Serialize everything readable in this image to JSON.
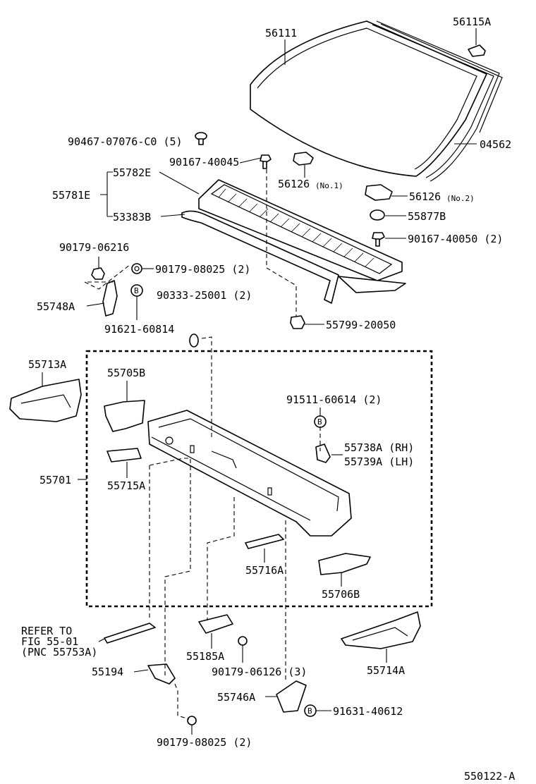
{
  "diagram_ref": "550122-A",
  "labels": {
    "windshield": "56111",
    "clip_56115a": "56115A",
    "molding_04562": "04562",
    "screw_90467": "90467-07076-C0 (5)",
    "screw_90167_40045": "90167-40045",
    "stopper_no1": "56126",
    "stopper_no1_sub": "(No.1)",
    "stopper_no2": "56126",
    "stopper_no2_sub": "(No.2)",
    "cap_55877b": "55877B",
    "screw_90167_40050": "90167-40050 (2)",
    "louver_55782e": "55782E",
    "louver_assy_55781e": "55781E",
    "seal_53383b": "53383B",
    "nut_90179_06216": "90179-06216",
    "nut_90179_08025_a": "90179-08025 (2)",
    "bracket_55748a": "55748A",
    "bolt_91621": "91621-60814",
    "plug_90333": "90333-25001 (2)",
    "clip_55799": "55799-20050",
    "panel_55713a": "55713A",
    "brace_55705b": "55705B",
    "bolt_91511": "91511-60614 (2)",
    "bracket_rh": "55738A (RH)",
    "bracket_lh": "55739A (LH)",
    "cowl_panel_55701": "55701",
    "brace_55715a": "55715A",
    "brace_55716a": "55716A",
    "brace_55706b": "55706B",
    "refer_line1": "REFER TO",
    "refer_line2": "FIG 55-01",
    "refer_line3": "(PNC 55753A)",
    "bracket_55185a": "55185A",
    "panel_55714a": "55714A",
    "bracket_55194": "55194",
    "nut_90179_06126": "90179-06126 (3)",
    "bracket_55746a": "55746A",
    "bolt_91631": "91631-40612",
    "nut_90179_08025_b": "90179-08025 (2)",
    "bolt_marker": "B"
  }
}
